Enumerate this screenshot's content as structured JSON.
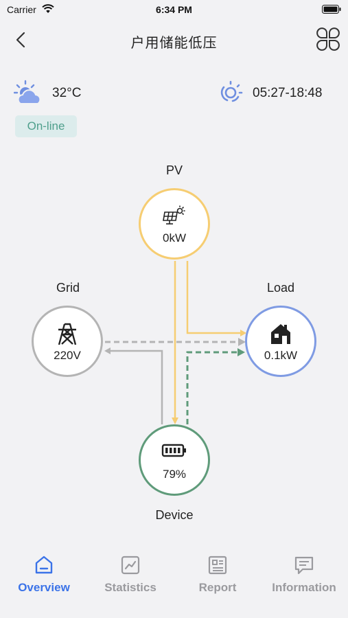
{
  "status_bar": {
    "carrier": "Carrier",
    "time": "6:34 PM"
  },
  "nav": {
    "title": "户用储能低压"
  },
  "weather": {
    "temperature": "32°C",
    "icon": "cloud-sun-icon"
  },
  "sun": {
    "times": "05:27-18:48",
    "icon": "sun-icon"
  },
  "status": {
    "label": "On-line"
  },
  "flow": {
    "pv": {
      "label": "PV",
      "value": "0kW"
    },
    "grid": {
      "label": "Grid",
      "value": "220V"
    },
    "load": {
      "label": "Load",
      "value": "0.1kW"
    },
    "device": {
      "label": "Device",
      "value": "79%"
    }
  },
  "colors": {
    "pv": "#f6cd72",
    "grid": "#b4b4b4",
    "load": "#7f9be3",
    "device": "#5f9b7a",
    "accent": "#3b73e8",
    "online_bg": "#dcecec",
    "online_text": "#4f9f8c"
  },
  "tabs": [
    {
      "label": "Overview",
      "icon": "home-icon",
      "active": true
    },
    {
      "label": "Statistics",
      "icon": "chart-icon",
      "active": false
    },
    {
      "label": "Report",
      "icon": "report-icon",
      "active": false
    },
    {
      "label": "Information",
      "icon": "message-icon",
      "active": false
    }
  ]
}
